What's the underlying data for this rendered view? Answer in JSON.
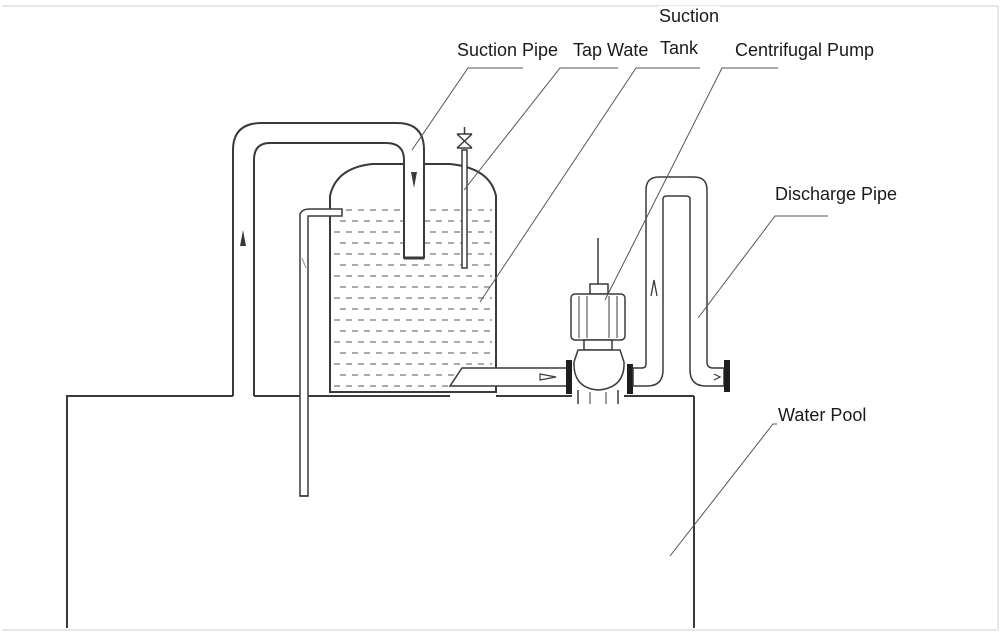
{
  "labels": {
    "suction_pipe": "Suction Pipe",
    "tap_water": "Tap Wate",
    "suction_tank_line1": "Suction",
    "suction_tank_line2": "Tank",
    "centrifugal_pump": "Centrifugal Pump",
    "discharge_pipe": "Discharge Pipe",
    "water_pool": "Water Pool"
  },
  "colors": {
    "line": "#3a3a3a",
    "leader": "#555555",
    "pipe_fill": "#ffffff"
  }
}
